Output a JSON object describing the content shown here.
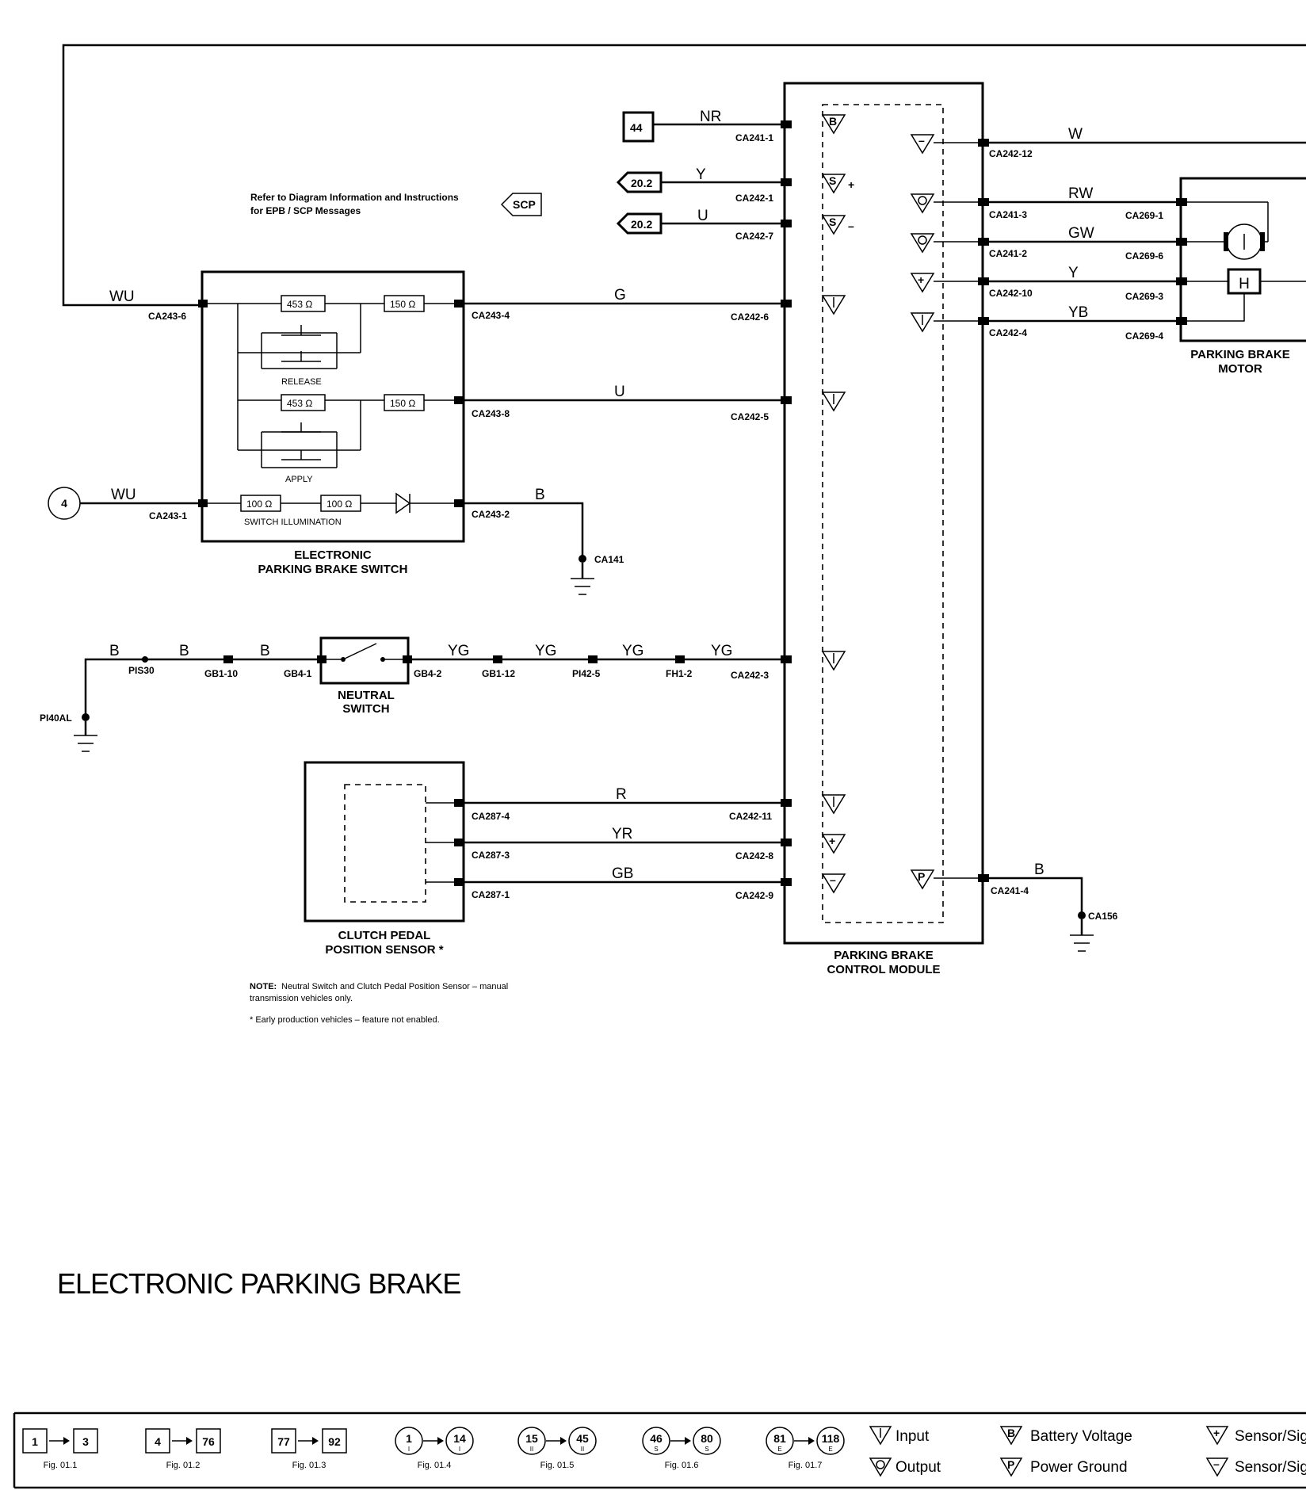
{
  "title": "ELECTRONIC PARKING BRAKE",
  "reference_note": {
    "line1": "Refer to Diagram Information and Instructions",
    "line2": "for EPB / SCP Messages",
    "tag": "SCP"
  },
  "page_refs": {
    "battery": "44",
    "scp_plus": "20.2",
    "scp_minus": "20.2",
    "ignition_circle": "4"
  },
  "wires": {
    "top_loop": "WU",
    "switch_feed": "WU",
    "nr": "NR",
    "y": "Y",
    "u_scp": "U",
    "g": "G",
    "u": "U",
    "b_switch": "B",
    "b_neutral": "B",
    "yg": "YG",
    "r": "R",
    "yr": "YR",
    "gb": "GB",
    "b_ground": "B",
    "w": "W",
    "rw": "RW",
    "gw": "GW",
    "y_motor": "Y",
    "yb": "YB"
  },
  "connectors": {
    "ca243_6": "CA243-6",
    "ca243_1": "CA243-1",
    "ca243_4": "CA243-4",
    "ca243_8": "CA243-8",
    "ca243_2": "CA243-2",
    "ca241_1": "CA241-1",
    "ca242_1": "CA242-1",
    "ca242_7": "CA242-7",
    "ca242_6": "CA242-6",
    "ca242_5": "CA242-5",
    "ca242_3": "CA242-3",
    "ca242_11": "CA242-11",
    "ca242_8": "CA242-8",
    "ca242_9": "CA242-9",
    "ca242_12": "CA242-12",
    "ca241_3": "CA241-3",
    "ca241_2": "CA241-2",
    "ca242_10": "CA242-10",
    "ca242_4": "CA242-4",
    "ca241_4": "CA241-4",
    "ca269_1": "CA269-1",
    "ca269_6": "CA269-6",
    "ca269_3": "CA269-3",
    "ca269_4": "CA269-4",
    "ca287_4": "CA287-4",
    "ca287_3": "CA287-3",
    "ca287_1": "CA287-1",
    "pis30": "PIS30",
    "gb1_10": "GB1-10",
    "gb4_1": "GB4-1",
    "gb4_2": "GB4-2",
    "gb1_12": "GB1-12",
    "pi42_5": "PI42-5",
    "fh1_2": "FH1-2"
  },
  "grounds": {
    "ca141": "CA141",
    "pi40al": "PI40AL",
    "ca156": "CA156"
  },
  "components": {
    "epb_switch_line1": "ELECTRONIC",
    "epb_switch_line2": "PARKING BRAKE SWITCH",
    "release": "RELEASE",
    "apply": "APPLY",
    "illumination": "SWITCH ILLUMINATION",
    "r453": "453 Ω",
    "r150": "150 Ω",
    "r100": "100 Ω",
    "neutral_line1": "NEUTRAL",
    "neutral_line2": "SWITCH",
    "clutch_line1": "CLUTCH PEDAL",
    "clutch_line2": "POSITION SENSOR *",
    "module_line1": "PARKING BRAKE",
    "module_line2": "CONTROL MODULE",
    "motor_line1": "PARKING BRAKE",
    "motor_line2": "MOTOR",
    "motor_h": "H"
  },
  "notes": {
    "note_head": "NOTE:",
    "note_body1": "Neutral Switch and Clutch Pedal Position Sensor – manual",
    "note_body2": "transmission vehicles only.",
    "asterisk": "* Early production vehicles – feature not enabled."
  },
  "legend": {
    "figs": [
      {
        "from": "1",
        "to": "3",
        "fig": "Fig. 01.1",
        "style": "box"
      },
      {
        "from": "4",
        "to": "76",
        "fig": "Fig. 01.2",
        "style": "box"
      },
      {
        "from": "77",
        "to": "92",
        "fig": "Fig. 01.3",
        "style": "box"
      },
      {
        "from": "1",
        "to": "14",
        "sub": "I",
        "fig": "Fig. 01.4",
        "style": "circle"
      },
      {
        "from": "15",
        "to": "45",
        "sub": "II",
        "fig": "Fig. 01.5",
        "style": "circle"
      },
      {
        "from": "46",
        "to": "80",
        "sub": "S",
        "fig": "Fig. 01.6",
        "style": "circle"
      },
      {
        "from": "81",
        "to": "118",
        "sub": "E",
        "fig": "Fig. 01.7",
        "style": "circle"
      }
    ],
    "input": "Input",
    "output": "Output",
    "battery_voltage": "Battery Voltage",
    "power_ground": "Power Ground",
    "sensor_plus": "Sensor/Sig",
    "sensor_minus": "Sensor/Sig"
  }
}
